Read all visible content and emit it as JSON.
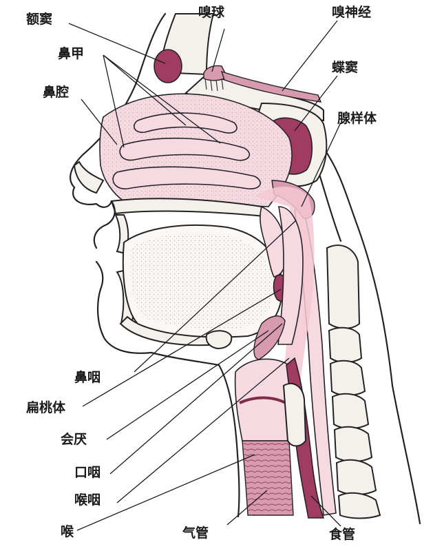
{
  "labels": {
    "frontal_sinus": "额窦",
    "olfactory_bulb": "嗅球",
    "olfactory_nerve": "嗅神经",
    "turbinates": "鼻甲",
    "sphenoid_sinus": "蝶窦",
    "nasal_cavity": "鼻腔",
    "adenoid": "腺样体",
    "nasopharynx": "鼻咽",
    "tonsil": "扁桃体",
    "epiglottis": "会厌",
    "oropharynx": "口咽",
    "laryngopharynx": "喉咽",
    "larynx": "喉",
    "trachea": "气管",
    "esophagus": "食管"
  },
  "colors": {
    "mucosa": "#f6d9e1",
    "deep_pink": "#a03c62",
    "rose": "#d89aae",
    "bone": "#f4f1ec"
  }
}
